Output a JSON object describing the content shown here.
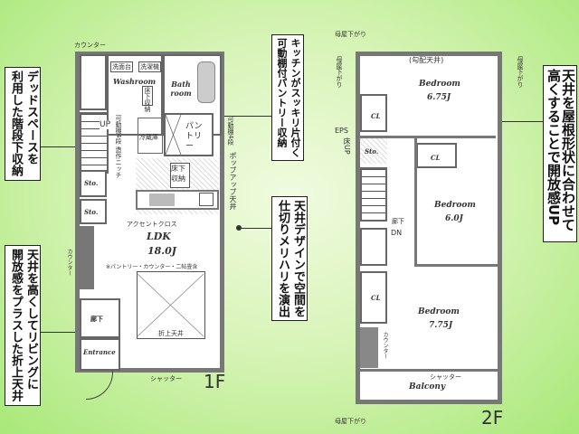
{
  "callouts": {
    "stair_storage": [
      "デッドスペースを",
      "利用した階段下収納"
    ],
    "coffered_ceiling": [
      "天井を高くしてリビングに",
      "開放感をプラスした折上天井"
    ],
    "pantry": [
      "キッチンがスッキリ片付く",
      "可動棚付パントリー収納"
    ],
    "ceiling_design": [
      "天井デザインで空間を",
      "仕切りメリハリを演出"
    ],
    "roof_ceiling": [
      "天井を屋根形状に合わせて",
      "高くすることで開放感UP"
    ]
  },
  "floor1": {
    "label": "1F",
    "counter_top": "カウンター",
    "washroom": "Washroom",
    "wash_stand": "洗面台",
    "washer": "洗濯機",
    "underfloor1": "床下収納",
    "bathroom": "Bath room",
    "pantry": "パントリー",
    "shelf_note": "可動棚4段",
    "shelf_note2": "可動棚4段 造作ニッチ",
    "fridge": "冷蔵庫",
    "up": "UP",
    "sto1": "Sto.",
    "sto2": "Sto.",
    "underfloor2": "床下収納",
    "popup": "ポップアップ天井",
    "accent": "アクセントクロス",
    "ldk": "LDK",
    "ldk_size": "18.0J",
    "ldk_note": "※パントリー・カウンター・二帖畳含",
    "counter_side": "カウンター",
    "hall": "廊下",
    "entrance": "Entrance",
    "coffered": "折上天井",
    "shutter": "シャッター"
  },
  "floor2": {
    "label": "2F",
    "eaves_top": "母屋下がり",
    "eaves_left": "母屋下がり",
    "eaves_right": "母屋下がり",
    "eaves_bottom": "母屋下がり",
    "sloped": "(勾配天井)",
    "bed1": "Bedroom",
    "bed1_size": "6.75J",
    "cl1": "CL",
    "eps": "EPS",
    "floor_up": "床UP",
    "sto": "Sto.",
    "cl2": "CL",
    "hall": "廊下",
    "dn": "DN",
    "bed2": "Bedroom",
    "bed2_size": "6.0J",
    "cl3": "CL",
    "counter": "カウンター",
    "bed3": "Bedroom",
    "bed3_size": "7.75J",
    "shutter": "シャッター",
    "balcony": "Balcony"
  }
}
